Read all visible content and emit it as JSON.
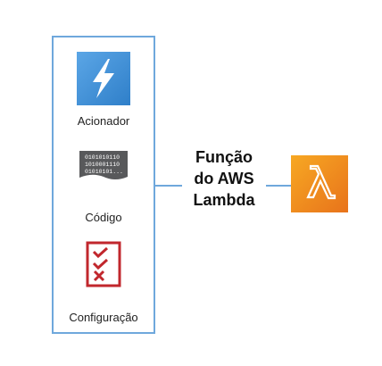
{
  "items": [
    {
      "label": "Acionador",
      "icon": "lightning-icon",
      "color": "#3e8fd6"
    },
    {
      "label": "Código",
      "icon": "binary-code-icon",
      "lines": [
        "0101010110",
        "1010001110",
        "01010101..."
      ]
    },
    {
      "label": "Configuração",
      "icon": "checklist-icon",
      "color": "#c1272d"
    }
  ],
  "center": {
    "lines": [
      "Função",
      "do AWS",
      "Lambda"
    ]
  },
  "lambda": {
    "icon": "lambda-icon",
    "colors": [
      "#f7a823",
      "#e8731b"
    ]
  },
  "accent": "#6fa8dc"
}
